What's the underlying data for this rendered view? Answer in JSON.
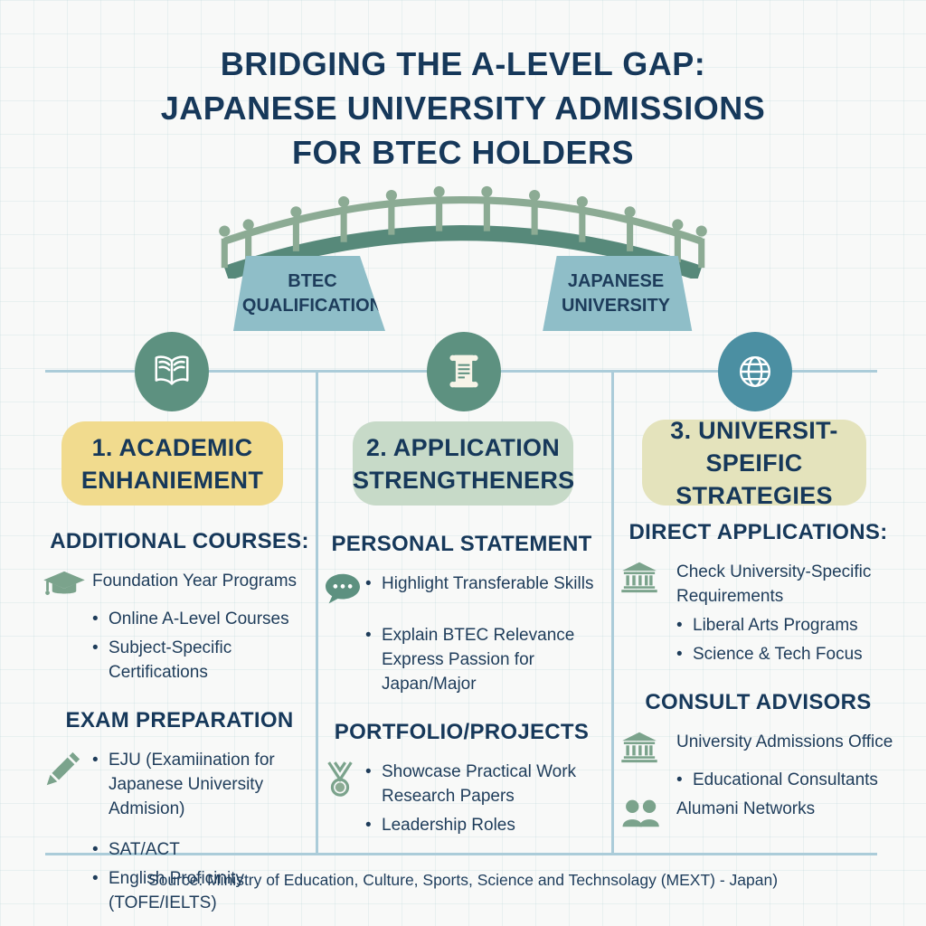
{
  "page": {
    "title_lines": [
      "BRIDGING THE A-LEVEL GAP:",
      "JAPANESE UNIVERSITY ADMISSIONS",
      "FOR BTEC HOLDERS"
    ],
    "source": "Source: Ministry of Education, Culture, Sports, Science and Technsolagy (MEXT) - Japan)"
  },
  "bridge": {
    "left_pillar_lines": [
      "BTEC",
      "QUALIFICATION"
    ],
    "right_pillar_lines": [
      "JAPANESE",
      "UNIVERSITY"
    ]
  },
  "icons": {
    "column_circles": [
      "open-book-icon",
      "scroll-icon",
      "globe-icon"
    ],
    "list_icons": [
      "graduation-cap-icon",
      "pencil-icon",
      "speech-bubble-icon",
      "medal-icon",
      "bank-icon",
      "people-icon"
    ]
  },
  "colors": {
    "title_navy": "#16385a",
    "body_navy": "#1e3c5a",
    "divider_blue": "#abccd9",
    "pillar_blue": "#8fbec8",
    "bridge_deck_green": "#57897a",
    "bridge_rail_sage": "#8cab94",
    "circle_green": "#5d9180",
    "circle_teal": "#4b8fa2",
    "pill_yellow": "#f1db8e",
    "pill_green": "#c7dac8",
    "pill_olive": "#e4e3bc",
    "list_icon_sage": "#7ba38c"
  },
  "columns": [
    {
      "circle_icon": "open-book-icon",
      "header_lines": [
        "1. ACADEMIC",
        "ENHANIEMENT"
      ],
      "sections": [
        {
          "heading": "ADDITIONAL COURSES:",
          "items": [
            {
              "icon": "graduation-cap-icon",
              "text": "Foundation Year Programs"
            },
            {
              "bullet": true,
              "text": "Online A-Level Courses"
            },
            {
              "bullet": true,
              "text": "Subject-Specific",
              "text2": "Certifications"
            }
          ]
        },
        {
          "heading": "EXAM PREPARATION",
          "items": [
            {
              "icon": "pencil-icon",
              "bullet": true,
              "text": "EJU (Examiination for",
              "text2": "Japanese University Admision)"
            },
            {
              "bullet": true,
              "text": "SAT/ACT"
            },
            {
              "bullet": true,
              "text": "English Proficinity (TOFE/IELTS)"
            }
          ]
        }
      ]
    },
    {
      "circle_icon": "scroll-icon",
      "header_lines": [
        "2. APPLICATION",
        "STRENGTHENERS"
      ],
      "sections": [
        {
          "heading": "PERSONAL STATEMENT",
          "items": [
            {
              "icon": "speech-bubble-icon",
              "bullet": true,
              "text": "Highlight Transferable Skills"
            },
            {
              "bullet": true,
              "text": "Explain BTEC Relevance",
              "text2": "Express Passion for Japan/Major"
            }
          ]
        },
        {
          "heading": "PORTFOLIO/PROJECTS",
          "items": [
            {
              "icon": "medal-icon",
              "bullet": true,
              "text": "Showcase Practical Work",
              "text2": "Research Papers"
            },
            {
              "bullet": true,
              "text": "Leadership Roles"
            }
          ]
        }
      ]
    },
    {
      "circle_icon": "globe-icon",
      "header_lines": [
        "3. UNIVERSIT-SPEIFIC",
        "STRATEGIES"
      ],
      "sections": [
        {
          "heading": "DIRECT APPLICATIONS:",
          "items": [
            {
              "icon": "bank-icon",
              "text": "Check University-Specific",
              "text2": "Requirements"
            },
            {
              "bullet": true,
              "text": "Liberal Arts Programs"
            },
            {
              "bullet": true,
              "text": "Science & Tech Focus"
            }
          ]
        },
        {
          "heading": "CONSULT ADVISORS",
          "items": [
            {
              "icon": "bank-icon",
              "text": "University Admissions Office"
            },
            {
              "bullet": true,
              "text": "Educational Consultants"
            },
            {
              "icon": "people-icon",
              "text": "Aluməni Networks"
            }
          ]
        }
      ]
    }
  ]
}
